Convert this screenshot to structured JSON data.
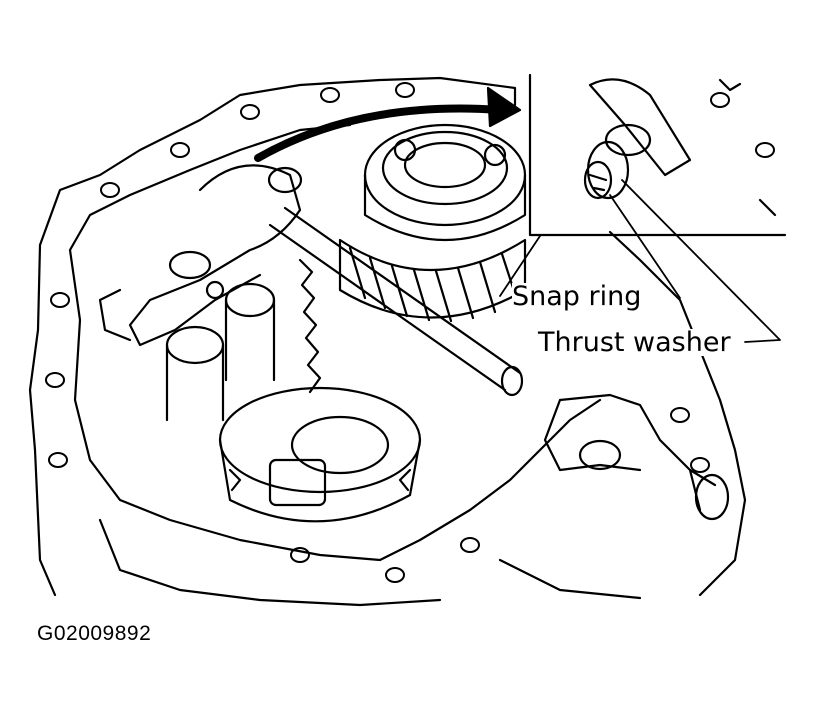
{
  "labels": {
    "snap_ring": "Snap ring",
    "thrust_washer": "Thrust washer"
  },
  "figure_id": "G02009892",
  "colors": {
    "ink": "#000000",
    "paper": "#ffffff"
  }
}
